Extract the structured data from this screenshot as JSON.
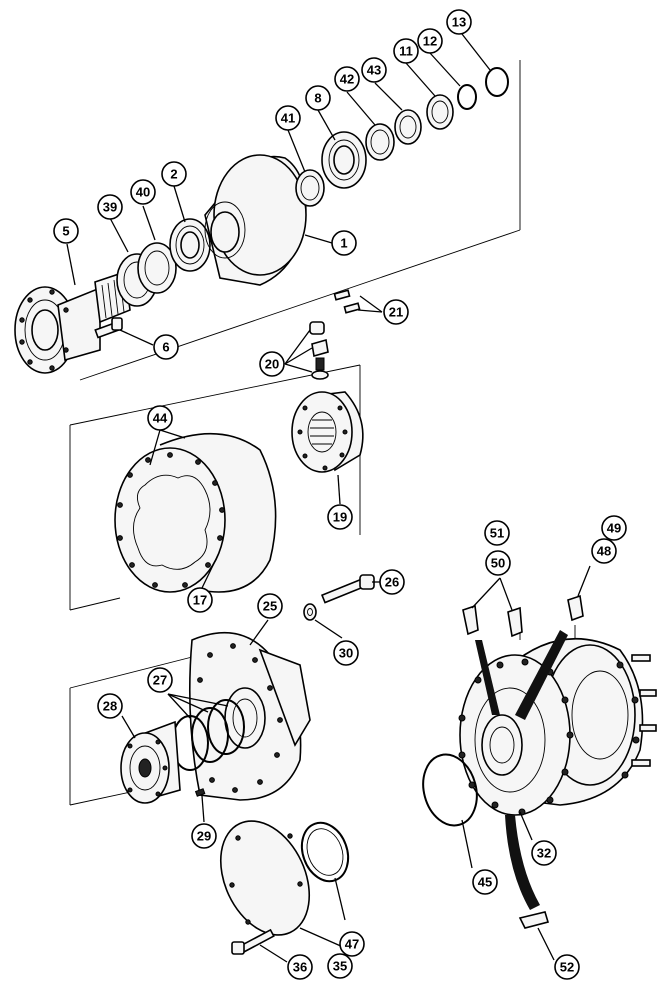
{
  "callouts": [
    {
      "id": "c1",
      "label": "1"
    },
    {
      "id": "c2",
      "label": "2"
    },
    {
      "id": "c5",
      "label": "5"
    },
    {
      "id": "c6",
      "label": "6"
    },
    {
      "id": "c8",
      "label": "8"
    },
    {
      "id": "c11",
      "label": "11"
    },
    {
      "id": "c12",
      "label": "12"
    },
    {
      "id": "c13",
      "label": "13"
    },
    {
      "id": "c17",
      "label": "17"
    },
    {
      "id": "c19",
      "label": "19"
    },
    {
      "id": "c20",
      "label": "20"
    },
    {
      "id": "c21",
      "label": "21"
    },
    {
      "id": "c25",
      "label": "25"
    },
    {
      "id": "c26",
      "label": "26"
    },
    {
      "id": "c27",
      "label": "27"
    },
    {
      "id": "c28",
      "label": "28"
    },
    {
      "id": "c29",
      "label": "29"
    },
    {
      "id": "c30",
      "label": "30"
    },
    {
      "id": "c32",
      "label": "32"
    },
    {
      "id": "c35",
      "label": "35"
    },
    {
      "id": "c36",
      "label": "36"
    },
    {
      "id": "c39",
      "label": "39"
    },
    {
      "id": "c40",
      "label": "40"
    },
    {
      "id": "c41",
      "label": "41"
    },
    {
      "id": "c42",
      "label": "42"
    },
    {
      "id": "c43",
      "label": "43"
    },
    {
      "id": "c44",
      "label": "44"
    },
    {
      "id": "c45",
      "label": "45"
    },
    {
      "id": "c47",
      "label": "47"
    },
    {
      "id": "c48",
      "label": "48"
    },
    {
      "id": "c49",
      "label": "49"
    },
    {
      "id": "c50",
      "label": "50"
    },
    {
      "id": "c51",
      "label": "51"
    },
    {
      "id": "c52",
      "label": "52"
    }
  ]
}
